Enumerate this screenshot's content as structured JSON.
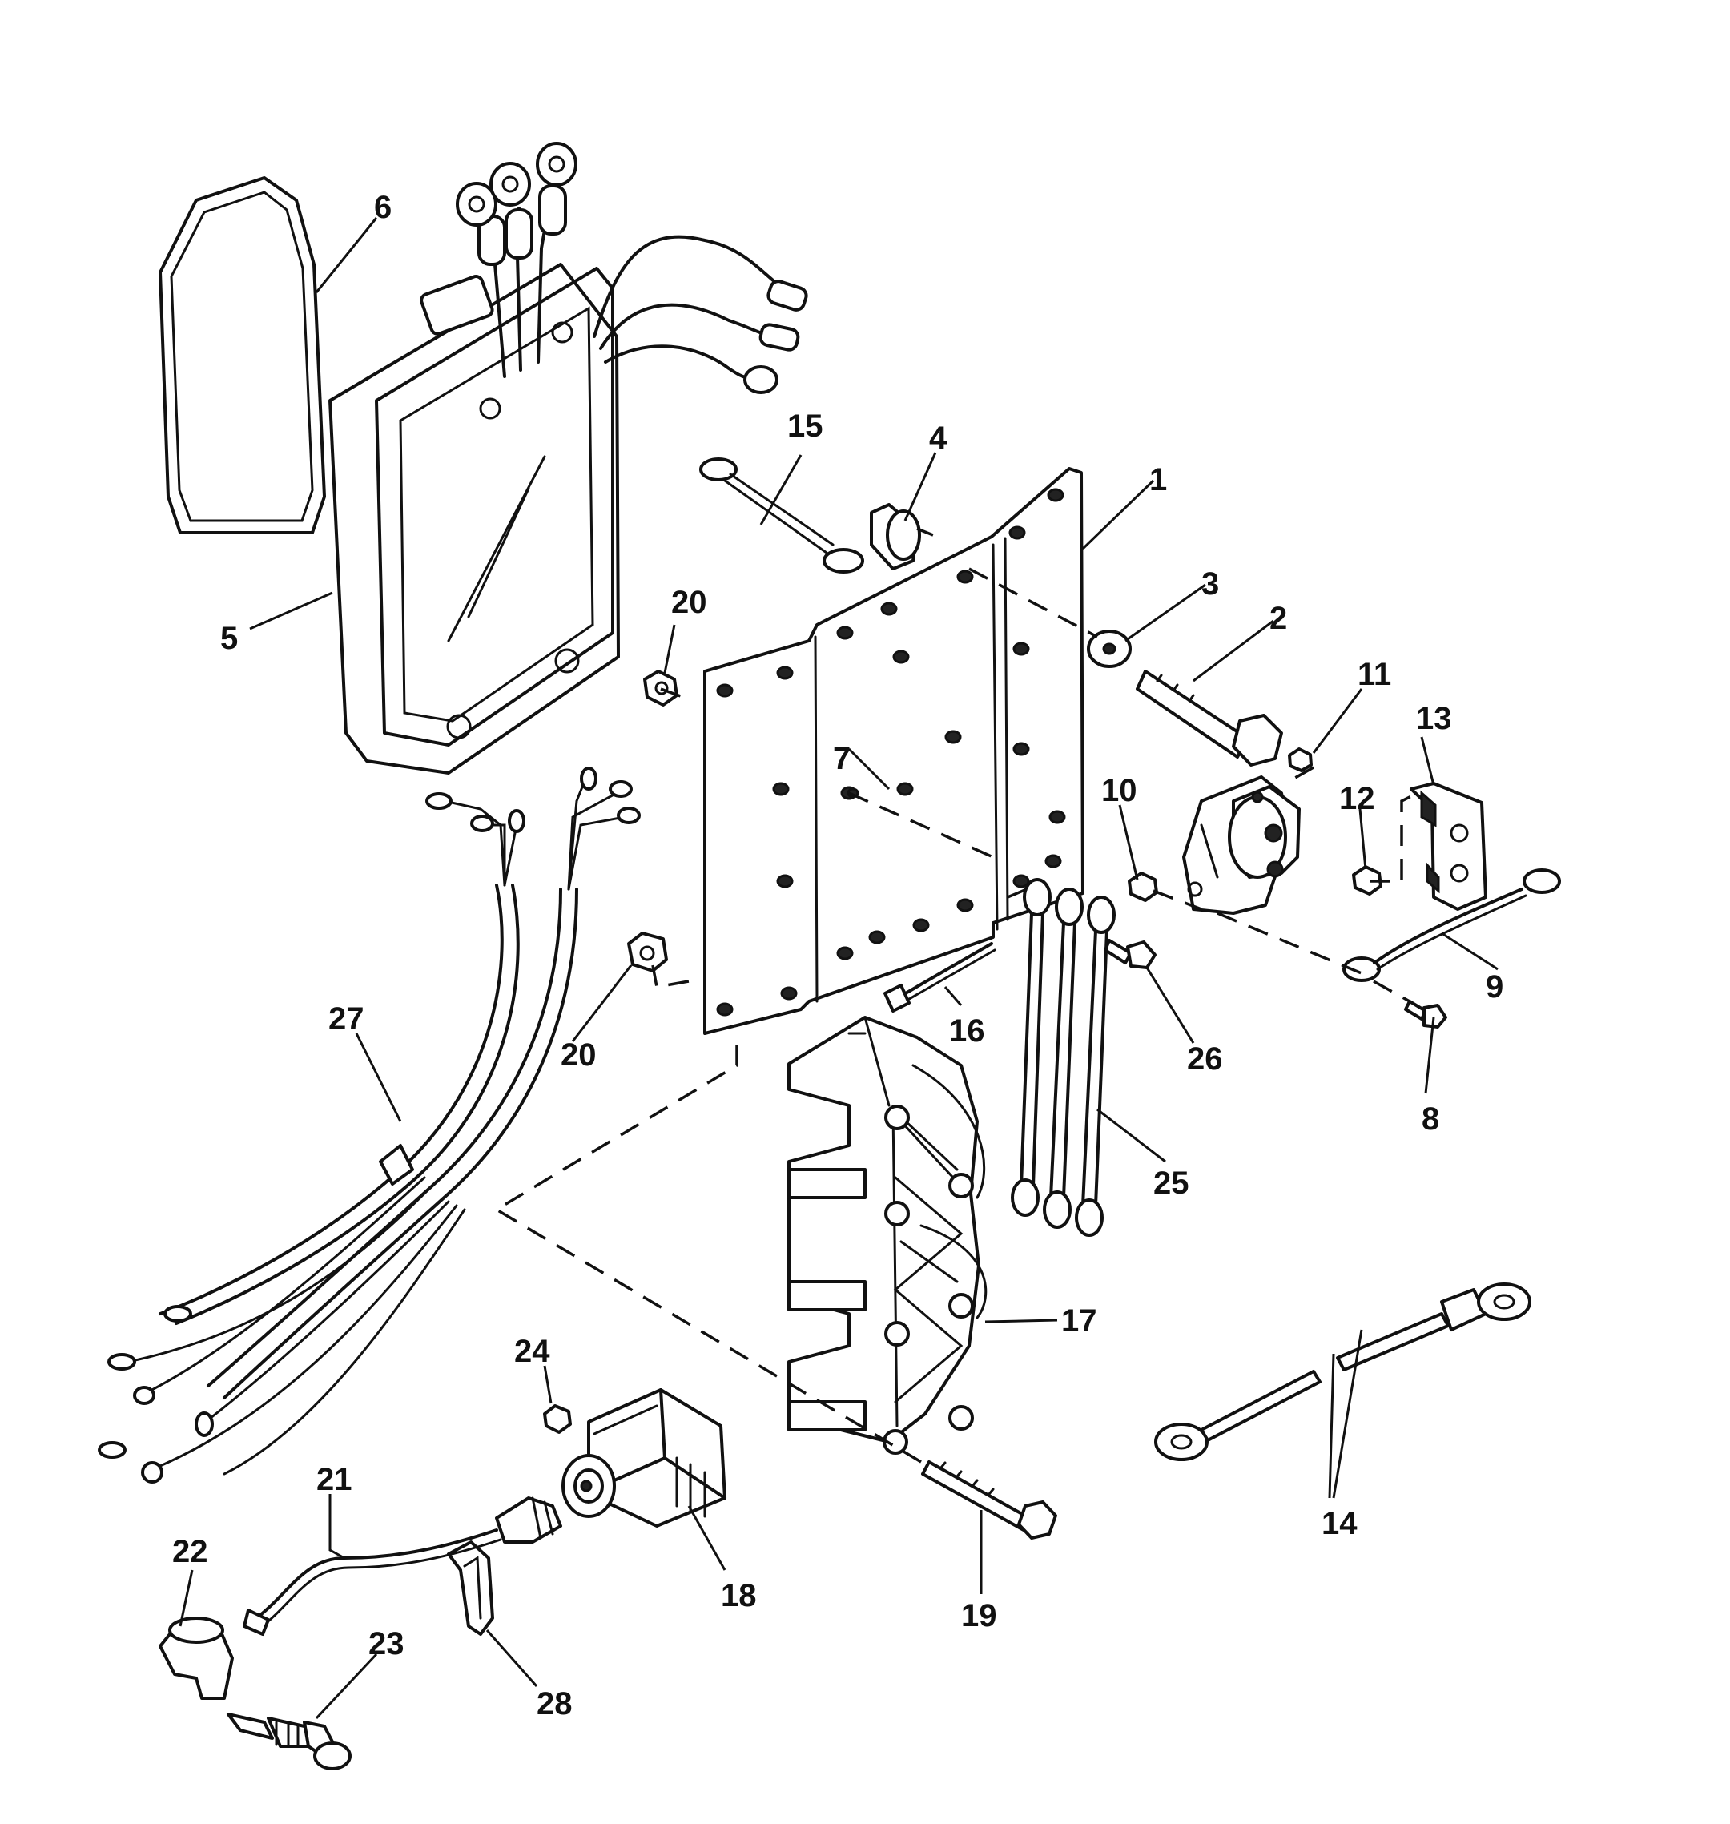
{
  "callouts": {
    "c1": "1",
    "c2": "2",
    "c3": "3",
    "c4": "4",
    "c5": "5",
    "c6": "6",
    "c7": "7",
    "c8": "8",
    "c9": "9",
    "c10": "10",
    "c11": "11",
    "c12": "12",
    "c13": "13",
    "c14": "14",
    "c15": "15",
    "c16": "16",
    "c17": "17",
    "c18": "18",
    "c19": "19",
    "c20a": "20",
    "c20b": "20",
    "c21": "21",
    "c22": "22",
    "c23": "23",
    "c24": "24",
    "c25": "25",
    "c26": "26",
    "c27": "27",
    "c28": "28"
  }
}
